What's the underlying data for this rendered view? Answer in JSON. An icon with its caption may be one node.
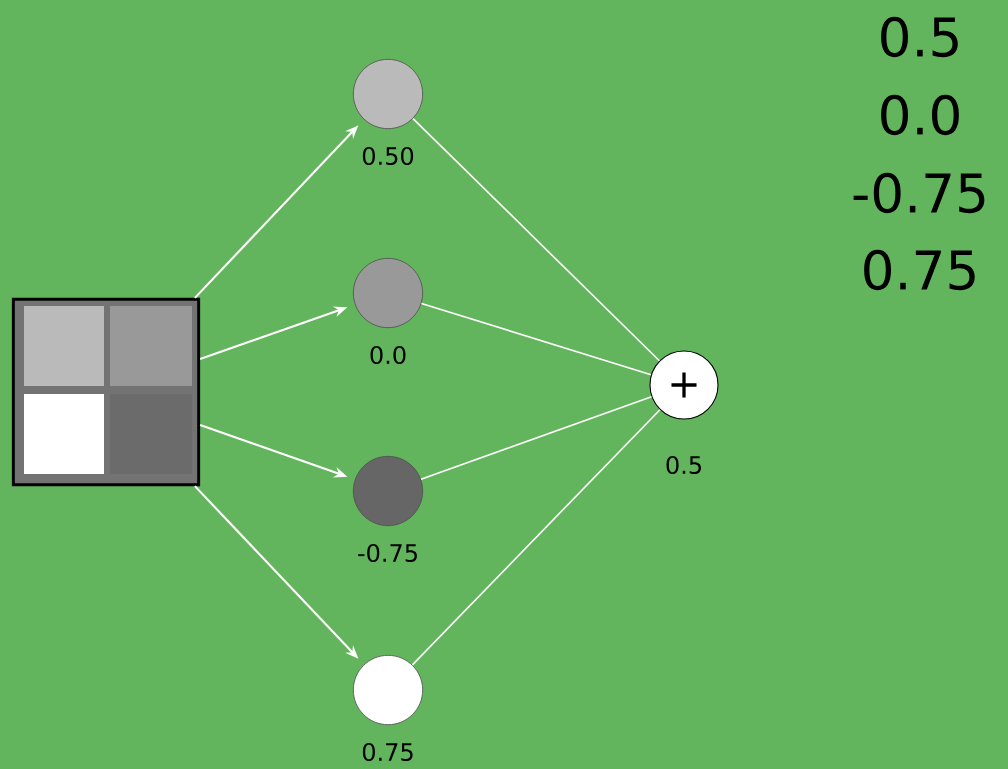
{
  "diagram": {
    "nodes": [
      {
        "text": [],
        "shape": "box"
      },
      {
        "text": [],
        "shape": "circle",
        "beside": [
          "0.50"
        ]
      },
      {
        "text": [],
        "shape": "circle",
        "beside": [
          "0.0"
        ]
      },
      {
        "text": [],
        "shape": "circle",
        "beside": [
          "-0.75"
        ]
      },
      {
        "text": [],
        "shape": "circle",
        "beside": [
          "0.75"
        ]
      },
      {
        "text": [
          "+"
        ],
        "beside": [
          "0.5"
        ]
      }
    ],
    "edges": [
      {
        "from": 0,
        "to": 1,
        "arrow": "to"
      },
      {
        "from": 0,
        "to": 2,
        "arrow": "to"
      },
      {
        "from": 0,
        "to": 3,
        "arrow": "to"
      },
      {
        "from": 0,
        "to": 4,
        "arrow": "to"
      },
      {
        "from": 1,
        "to": 5,
        "arrow": "none"
      },
      {
        "from": 2,
        "to": 5,
        "arrow": "none"
      },
      {
        "from": 3,
        "to": 5,
        "arrow": "none"
      },
      {
        "from": 4,
        "to": 5,
        "arrow": "none"
      }
    ],
    "labels": [
      "0.5",
      "0.0",
      "-0.75",
      "0.75"
    ]
  }
}
